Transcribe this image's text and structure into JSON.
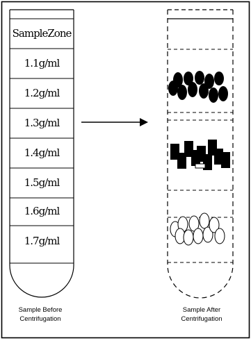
{
  "tube_before": {
    "header_label": "SampleZone",
    "zones": [
      "1.1g/ml",
      "1.2g/ml",
      "1.3g/ml",
      "1.4g/ml",
      "1.5g/ml",
      "1.6g/ml",
      "1.7g/ml"
    ],
    "caption_line1": "Sample Before",
    "caption_line2": "Centrifugation"
  },
  "tube_after": {
    "caption_line1": "Sample After",
    "caption_line2": "Centrifugation",
    "bands": [
      {
        "shape": "ellipse",
        "fill": "#000000",
        "zone": "1.2g/ml"
      },
      {
        "shape": "square",
        "fill": "#000000",
        "zone": "1.4g/ml"
      },
      {
        "shape": "ellipse",
        "fill": "#ffffff",
        "zone": "1.6g/ml"
      }
    ]
  },
  "colors": {
    "line": "#000000",
    "background": "#ffffff"
  },
  "icons": {
    "arrow": "right-arrow-icon"
  }
}
